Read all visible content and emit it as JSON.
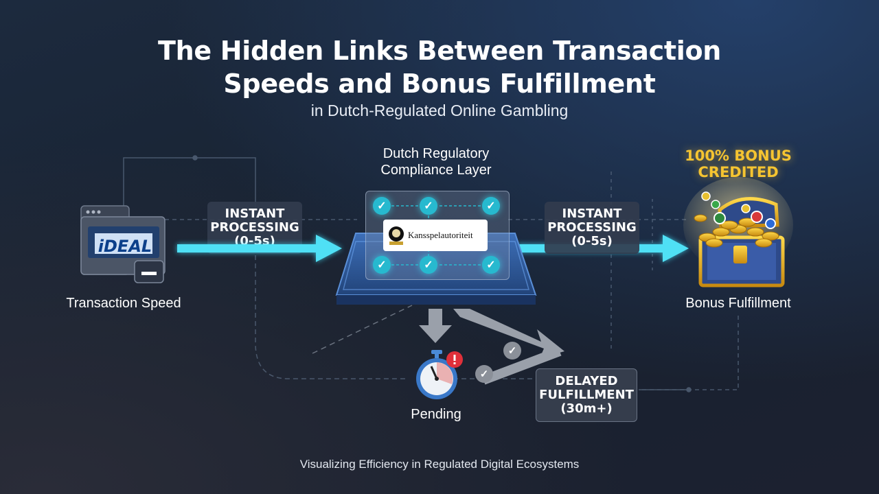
{
  "title_line1": "The Hidden Links Between Transaction",
  "title_line2": "Speeds and Bonus Fulfillment",
  "subtitle": "in Dutch-Regulated Online Gambling",
  "footer": "Visualizing Efficiency in Regulated Digital Ecosystems",
  "nodes": {
    "transaction_speed": "Transaction Speed",
    "ideal_logo": "iDEAL",
    "compliance_line1": "Dutch Regulatory",
    "compliance_line2": "Compliance Layer",
    "regulator_name": "Kansspelautoriteit",
    "bonus_badge_line1": "100% BONUS",
    "bonus_badge_line2": "CREDITED",
    "bonus_fulfillment": "Bonus Fulfillment",
    "pending": "Pending"
  },
  "pills": {
    "left": [
      "INSTANT",
      "PROCESSING",
      "(0-5s)"
    ],
    "right": [
      "INSTANT",
      "PROCESSING",
      "(0-5s)"
    ],
    "delayed": [
      "DELAYED",
      "FULFILLMENT",
      "(30m+)"
    ]
  },
  "colors": {
    "accent_cyan": "#3fd6f0",
    "gold": "#f5c431",
    "alert_red": "#e0303a"
  }
}
